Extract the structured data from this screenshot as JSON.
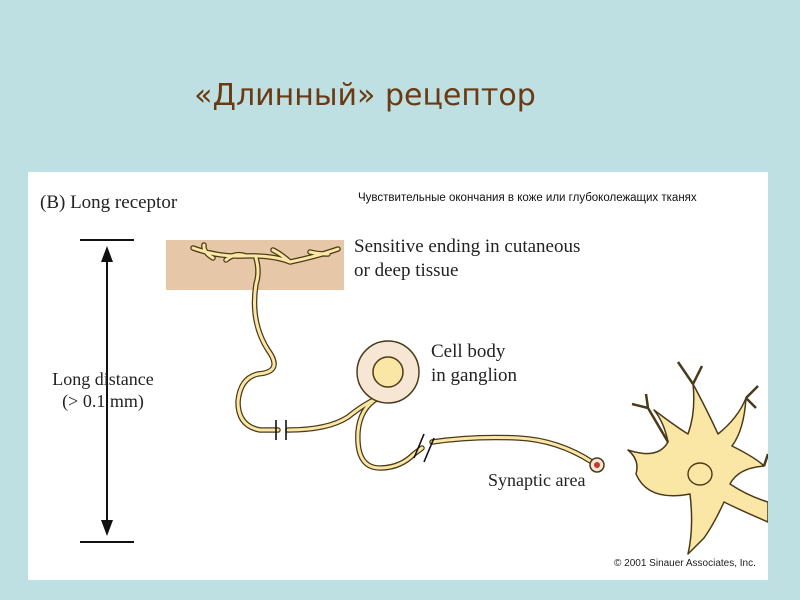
{
  "slide": {
    "title": "«Длинный» рецептор"
  },
  "figure": {
    "panel_label": "(B)  Long receptor",
    "russian_caption": "Чувствительные  окончания  в коже или  глубоколежащих  тканях",
    "distance_label": [
      "Long distance",
      "(> 0.1 mm)"
    ],
    "ending_label": [
      "Sensitive ending in cutaneous",
      "or deep tissue"
    ],
    "cell_label": [
      "Cell body",
      "in ganglion"
    ],
    "synaptic_label": "Synaptic area",
    "copyright": "© 2001 Sinauer Associates, Inc.",
    "colors": {
      "background": "#bfe0e3",
      "title": "#6b3a12",
      "tissue": "#e6c8a8",
      "neuron_fill": "#fbe7a5",
      "neuron_stroke": "#4a3a1a",
      "soma_halo": "#f6e6d3",
      "synapse": "#c8372d"
    }
  }
}
